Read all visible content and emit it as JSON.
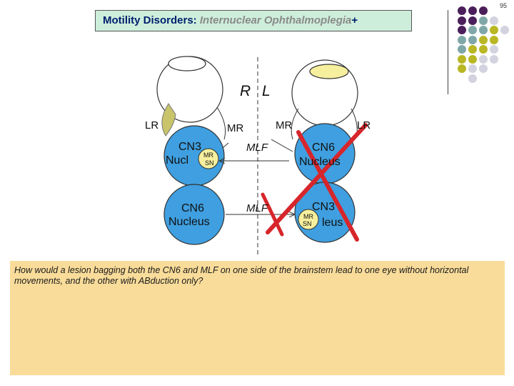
{
  "page_number": "95",
  "title": {
    "main": "Motility Disorders:",
    "sub": "Internuclear Ophthalmoplegia",
    "plus": "+"
  },
  "colors": {
    "title_bg": "#cdeedb",
    "title_main": "#001f6e",
    "title_sub": "#8a8a8a",
    "nucleus_fill": "#3f9fe0",
    "muscle_fill": "#c9c46a",
    "lesion_x": "#d7262b",
    "question_bg": "#f9dc9a",
    "dot_purple": "#4b1f5b",
    "dot_teal": "#7fa7a8",
    "dot_olive": "#b9b724",
    "dot_grey": "#d3d3e0"
  },
  "diagram": {
    "side_labels": {
      "right": "R",
      "left": "L"
    },
    "muscles": {
      "lr_left": "LR",
      "mr_left": "MR",
      "mr_right": "MR",
      "lr_right": "LR"
    },
    "nuclei": {
      "cn3_left_line1": "CN3",
      "cn3_left_line2": "Nucl",
      "cn3_left_sub1": "MR",
      "cn3_left_sub2": "SN",
      "cn6_left_line1": "CN6",
      "cn6_left_line2": "Nucleus",
      "cn6_right_line1": "CN6",
      "cn6_right_line2": "Nucleus",
      "cn3_right_line1": "CN3",
      "cn3_right_line2": "leus",
      "cn3_right_sub1": "MR",
      "cn3_right_sub2": "SN"
    },
    "tracts": {
      "mlf_upper": "MLF",
      "mlf_lower": "MLF"
    }
  },
  "question": "How would a lesion bagging both the CN6 and MLF on one side of the brainstem lead to one eye without horizontal movements, and the other with ABduction only?"
}
